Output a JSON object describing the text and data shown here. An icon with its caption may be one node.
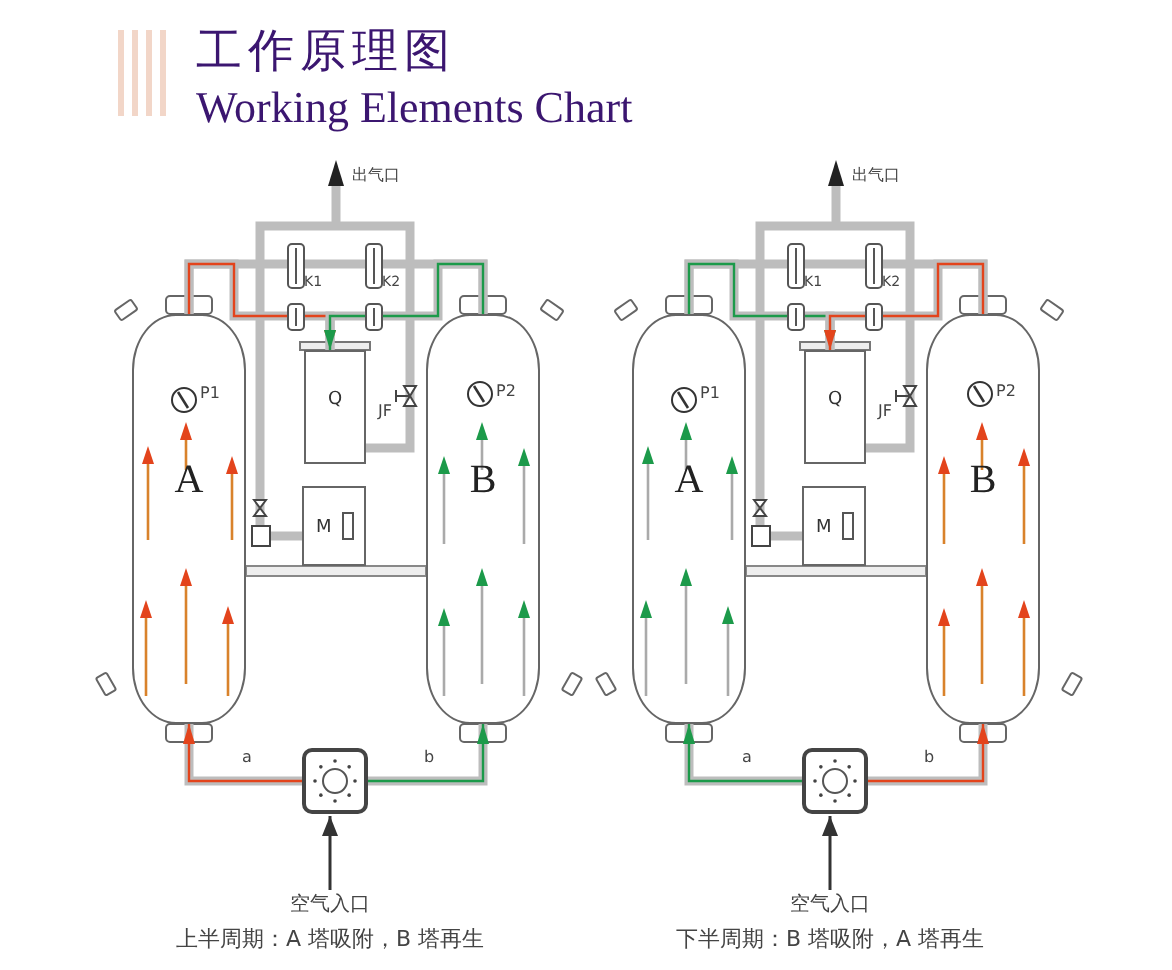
{
  "diagram": {
    "title": "工作原理图",
    "nodes": [
      {
        "text": [
          "A"
        ]
      },
      {
        "text": [
          "B"
        ]
      },
      {
        "text": [
          "Q"
        ]
      },
      {
        "text": [
          "M"
        ]
      },
      {
        "text": [],
        "shape": "box"
      },
      {
        "text": [
          "空气入口"
        ]
      },
      {
        "text": [
          "A"
        ]
      },
      {
        "text": [
          "B"
        ]
      },
      {
        "text": [
          "Q"
        ]
      },
      {
        "text": [
          "M"
        ]
      },
      {
        "text": [],
        "shape": "box"
      },
      {
        "text": [
          "空气入口"
        ]
      }
    ],
    "edges": [
      {
        "from": 4,
        "to": 0,
        "arrow": "to",
        "label": "a",
        "color": "#e3441c"
      },
      {
        "from": 4,
        "to": 1,
        "arrow": "to",
        "label": "b",
        "color": "#1c9a4a"
      },
      {
        "from": 0,
        "to": 2,
        "arrow": "to",
        "color": "#e3441c"
      },
      {
        "from": 1,
        "to": 2,
        "arrow": "to",
        "color": "#1c9a4a"
      },
      {
        "from": 2,
        "to": 3,
        "arrow": "none",
        "style": "thick",
        "color": "#bdbdbd"
      },
      {
        "from": 5,
        "to": 4,
        "arrow": "to",
        "color": "#333333"
      },
      {
        "from": 10,
        "to": 6,
        "arrow": "to",
        "label": "a",
        "color": "#1c9a4a"
      },
      {
        "from": 10,
        "to": 7,
        "arrow": "to",
        "label": "b",
        "color": "#e3441c"
      },
      {
        "from": 6,
        "to": 8,
        "arrow": "to",
        "color": "#1c9a4a"
      },
      {
        "from": 7,
        "to": 8,
        "arrow": "to",
        "color": "#e3441c"
      },
      {
        "from": 8,
        "to": 9,
        "arrow": "none",
        "style": "thick",
        "color": "#bdbdbd"
      },
      {
        "from": 11,
        "to": 10,
        "arrow": "to",
        "color": "#333333"
      },
      {
        "from": 0,
        "to": 1,
        "arrow": "none",
        "style": "thick",
        "color": "#bdbdbd"
      },
      {
        "from": 6,
        "to": 7,
        "arrow": "none",
        "style": "thick",
        "color": "#bdbdbd"
      }
    ],
    "labels": [
      "Working Elements Chart",
      "出气口",
      "K1",
      "K2",
      "P1",
      "JF",
      "P2",
      "上半周期：A 塔吸附，B 塔再生",
      "出气口",
      "K1",
      "K2",
      "P1",
      "JF",
      "P2",
      "下半周期：B 塔吸附，A 塔再生"
    ]
  }
}
